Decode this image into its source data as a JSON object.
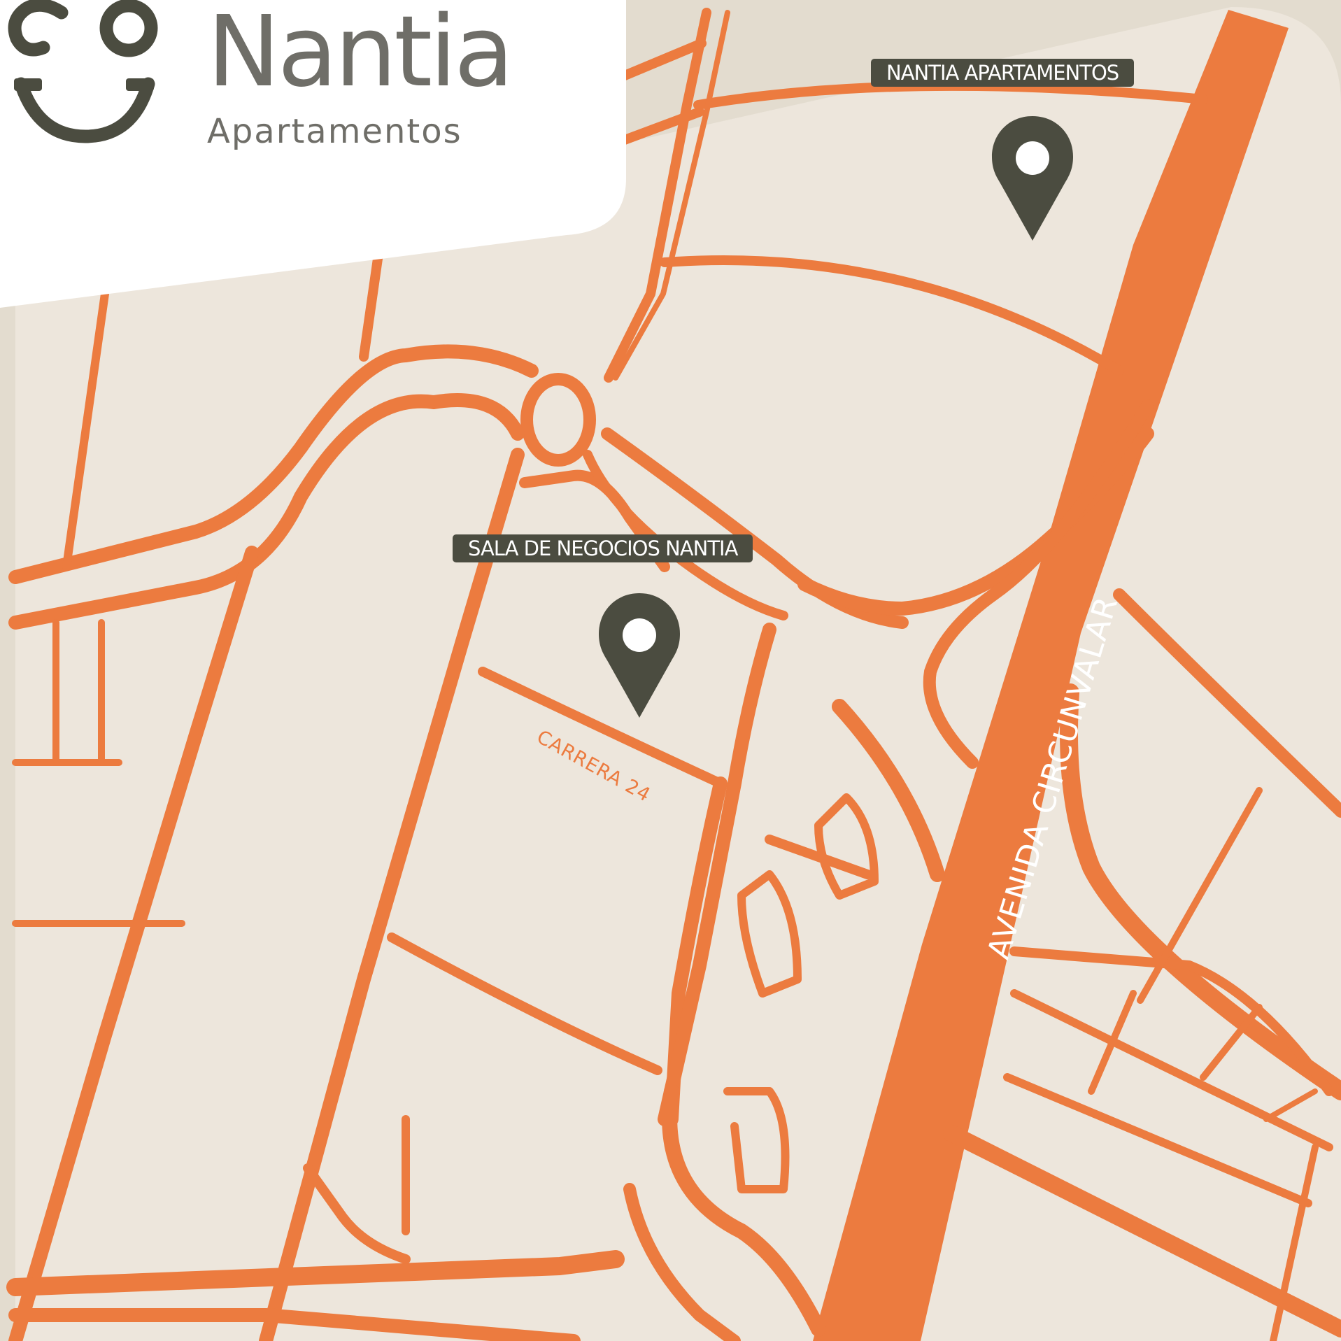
{
  "brand": {
    "name": "Nantia",
    "subtitle": "Apartamentos"
  },
  "markers": [
    {
      "label": "NANTIA APARTAMENTOS",
      "icon": "map-pin-icon"
    },
    {
      "label": "SALA DE NEGOCIOS NANTIA",
      "icon": "map-pin-icon"
    }
  ],
  "streets": {
    "avenida": "AVENIDA CIRCUNVALAR",
    "carrera": "CARRERA 24"
  },
  "colors": {
    "road": "#ec7b3f",
    "land": "#ede6dc",
    "marker": "#4b4c40",
    "brand_text": "#6f6e68",
    "panel": "#ffffff"
  }
}
